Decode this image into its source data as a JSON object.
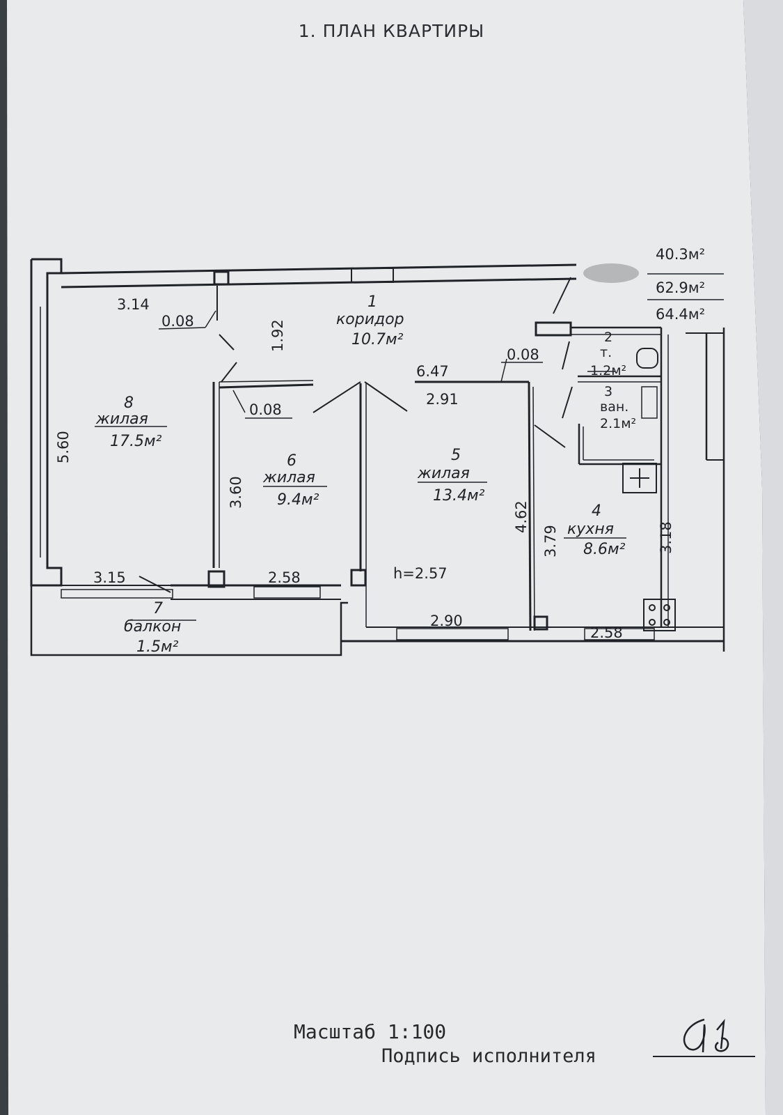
{
  "title": "1. ПЛАН КВАРТИРЫ",
  "areas": {
    "a1": "40.3м²",
    "a2": "62.9м²",
    "a3": "64.4м²"
  },
  "rooms": [
    {
      "num": "1",
      "name": "коридор",
      "area": "10.7м²"
    },
    {
      "num": "2",
      "name": "т.",
      "area": "1.2м²"
    },
    {
      "num": "3",
      "name": "ван.",
      "area": "2.1м²"
    },
    {
      "num": "4",
      "name": "кухня",
      "area": "8.6м²"
    },
    {
      "num": "5",
      "name": "жилая",
      "area": "13.4м²"
    },
    {
      "num": "6",
      "name": "жилая",
      "area": "9.4м²"
    },
    {
      "num": "7",
      "name": "балкон",
      "area": "1.5м²"
    },
    {
      "num": "8",
      "name": "жилая",
      "area": "17.5м²"
    }
  ],
  "dims": {
    "d314": "3.14",
    "d008a": "0.08",
    "d192": "1.92",
    "d008b": "0.08",
    "d647": "6.47",
    "d008c": "0.08",
    "d291": "2.91",
    "d560": "5.60",
    "d360": "3.60",
    "d462": "4.62",
    "d379": "3.79",
    "d318": "3.18",
    "d315": "3.15",
    "d258a": "2.58",
    "d290": "2.90",
    "d258b": "2.58",
    "height": "h=2.57"
  },
  "scale": "Масштаб 1:100",
  "signature_label": "Подпись исполнителя",
  "colors": {
    "paper": "#e9eaec",
    "ink": "#1f2226",
    "background": "#3a3f44"
  }
}
